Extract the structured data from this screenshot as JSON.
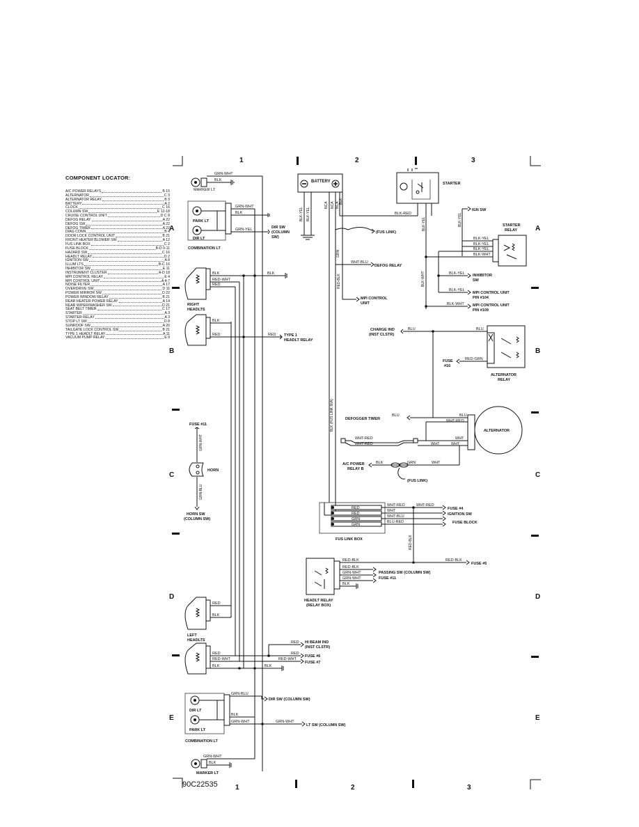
{
  "diagram": {
    "doc_number": "90C22535",
    "grid": {
      "columns": [
        "1",
        "2",
        "3"
      ],
      "rows": [
        "A",
        "B",
        "C",
        "D",
        "E"
      ]
    },
    "component_locator": {
      "title": "COMPONENT LOCATOR:",
      "items": [
        {
          "name": "A/C POWER RELAYS",
          "ref": "B 15"
        },
        {
          "name": "ALTERNATOR",
          "ref": "C 3"
        },
        {
          "name": "ALTERNATOR RELAY",
          "ref": "B 3"
        },
        {
          "name": "BATTERY",
          "ref": "A 2"
        },
        {
          "name": "CLOCK",
          "ref": "C 16"
        },
        {
          "name": "COLUMN SW",
          "ref": "E 12-18"
        },
        {
          "name": "CRUISE CONTROL UNIT",
          "ref": "D C 8"
        },
        {
          "name": "DEFOG RELAY",
          "ref": "A 22"
        },
        {
          "name": "DEFOG SW",
          "ref": "A 22"
        },
        {
          "name": "DEFOG TIMER",
          "ref": "A 22"
        },
        {
          "name": "DIAG CONN",
          "ref": "B 4"
        },
        {
          "name": "DOOR LOCK CONTROL UNIT",
          "ref": "B 21"
        },
        {
          "name": "FRONT HEATER BLOWER SW",
          "ref": "A 12"
        },
        {
          "name": "FUS LINK BOX",
          "ref": "C 2"
        },
        {
          "name": "FUSE BLOCK",
          "ref": "B-D 9-11"
        },
        {
          "name": "HAZARD SW",
          "ref": "C 16"
        },
        {
          "name": "HEADLT RELAY",
          "ref": "D 2"
        },
        {
          "name": "IGNITION SW",
          "ref": "A 8"
        },
        {
          "name": "ILLUM LTS",
          "ref": "B-C 16"
        },
        {
          "name": "INHIBITOR SW",
          "ref": "E 11"
        },
        {
          "name": "INSTRUMENT CLUSTER",
          "ref": "A-D 18"
        },
        {
          "name": "MPI CONTROL RELAY",
          "ref": "E 4"
        },
        {
          "name": "MPI CONTROL UNIT",
          "ref": "A 4-7"
        },
        {
          "name": "NOISE FILTER",
          "ref": "A 17"
        },
        {
          "name": "OVERDRIVE SW",
          "ref": "D 11"
        },
        {
          "name": "POWER MIRROR SW",
          "ref": "D 22"
        },
        {
          "name": "POWER WINDOW RELAY",
          "ref": "B 21"
        },
        {
          "name": "REAR HEATER POWER RELAY",
          "ref": "A 14"
        },
        {
          "name": "REAR WIPER/WASHER SW",
          "ref": "D 21"
        },
        {
          "name": "SEAT BELT TIMER",
          "ref": "C 17"
        },
        {
          "name": "STARTER",
          "ref": "A 3"
        },
        {
          "name": "STARTER RELAY",
          "ref": "A 3"
        },
        {
          "name": "STOP LT SW",
          "ref": "D 8"
        },
        {
          "name": "SUNROOF SW",
          "ref": "A 20"
        },
        {
          "name": "TAILGATE LOCK CONTROL SW",
          "ref": "B 21"
        },
        {
          "name": "TYPE 1 HEADLT RELAY",
          "ref": "A 11"
        },
        {
          "name": "VACUUM PUMP RELAY",
          "ref": "E 9"
        }
      ]
    },
    "components": {
      "marker_lt_top": "MARKER LT",
      "park_lt": "PARK LT",
      "dir_lt": "DIR LT",
      "combination_lt": "COMBINATION LT",
      "dir_sw_column": "DIR SW (COLUMN SW)",
      "dir_sw_l1": "DIR SW",
      "dir_sw_l2": "(COLUMN",
      "dir_sw_l3": "SW)",
      "right_headlts_1": "RIGHT",
      "right_headlts_2": "HEADLTS",
      "left_headlts_1": "LEFT",
      "left_headlts_2": "HEADLTS",
      "type1_relay_1": "TYPE 1",
      "type1_relay_2": "HEADLT RELAY",
      "fuse11": "FUSE #11",
      "fuse11_b": "FUSE #11",
      "horn": "HORN",
      "horn_sw_1": "HORN SW",
      "horn_sw_2": "(COLUMN SW)",
      "battery": "BATTERY",
      "fus_link": "(FUS LINK)",
      "fus_link_2": "(FUS LINK)",
      "defog_relay": "DEFOG RELAY",
      "mpi_control_unit_1": "MPI CONTROL",
      "mpi_control_unit_2": "UNIT",
      "starter": "STARTER",
      "ign_sw": "IGN SW",
      "starter_relay_1": "STARTER",
      "starter_relay_2": "RELAY",
      "inhibitor_sw_1": "INHIBITOR",
      "inhibitor_sw_2": "SW",
      "mpi_pin104_1": "MPI CONTROL UNIT",
      "mpi_pin104_2": "PIN #104",
      "mpi_pin109_1": "MPI CONTROL UNIT",
      "mpi_pin109_2": "PIN #109",
      "charge_ind_1": "CHARGE IND",
      "charge_ind_2": "(INST CLSTR)",
      "fuse16_1": "FUSE",
      "fuse16_2": "#16",
      "alternator_relay_1": "ALTERNATOR",
      "alternator_relay_2": "RELAY",
      "defogger_timer": "DEFOGGER TIMER",
      "alternator": "ALTERNATOR",
      "ac_power_relay_1": "A/C POWER",
      "ac_power_relay_2": "RELAY B",
      "fuse4": "FUSE #4",
      "ignition_sw": "IGNITION SW",
      "fuse_block": "FUSE BLOCK",
      "fus_link_box": "FUS LINK BOX",
      "fuse5": "FUSE #5",
      "passing_sw": "PASSING SW (COLUMN SW)",
      "headlt_relay_1": "HEADLT RELAY",
      "headlt_relay_2": "(RELAY BOX)",
      "hi_beam_1": "HI BEAM IND",
      "hi_beam_2": "(INST CLSTR)",
      "fuse6": "FUSE #6",
      "fuse7": "FUSE #7",
      "dir_sw_bottom": "DIR SW (COLUMN SW)",
      "lt_sw": "LT SW (COLUMN SW)",
      "dir_lt_b": "DIR LT",
      "park_lt_b": "PARK LT",
      "combination_lt_b": "COMBINATION LT",
      "marker_lt_bottom": "MARKER LT"
    },
    "wires": {
      "grn_wht": "GRN-WHT",
      "blk": "BLK",
      "grn_yel": "GRN-YEL",
      "red_wht": "RED-WHT",
      "red": "RED",
      "grn_blu": "GRN-BLU",
      "blk_yel": "BLK-YEL",
      "nca": "NCA",
      "blk_red": "BLK-RED",
      "blk_wht": "BLK-WHT",
      "grn": "GRN",
      "wht_blu": "WHT-BLU",
      "red_blk": "RED-BLK",
      "blu": "BLU",
      "red_grn": "RED-GRN",
      "wht": "WHT",
      "wht_red": "WHT-RED",
      "blu_red": "BLU-RED",
      "blk_fus_link_80a": "BLK (FUS LINK 80A)",
      "grn_wht_v": "GRN-WHT",
      "grn_blu_v": "GRN-BLU"
    }
  }
}
